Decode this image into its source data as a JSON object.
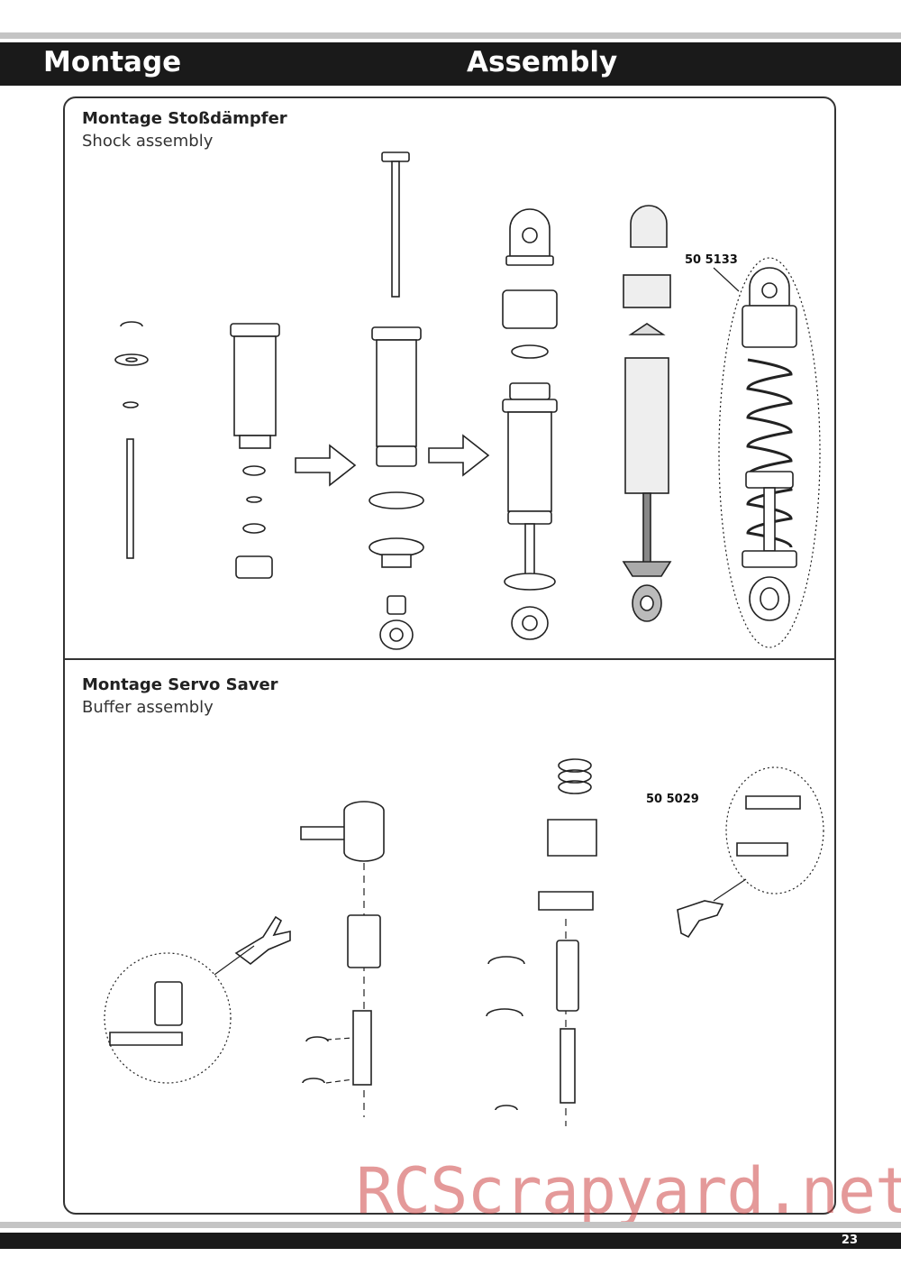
{
  "header": {
    "title_de": "Montage",
    "title_en": "Assembly"
  },
  "sections": [
    {
      "title": "Montage Stoßdämpfer",
      "subtitle": "Shock assembly",
      "part_number": "50 5133"
    },
    {
      "title": "Montage Servo Saver",
      "subtitle": "Buffer assembly",
      "part_number": "50 5029"
    }
  ],
  "watermark": "RCScrapyard.net",
  "footer": {
    "page_number": "23"
  }
}
